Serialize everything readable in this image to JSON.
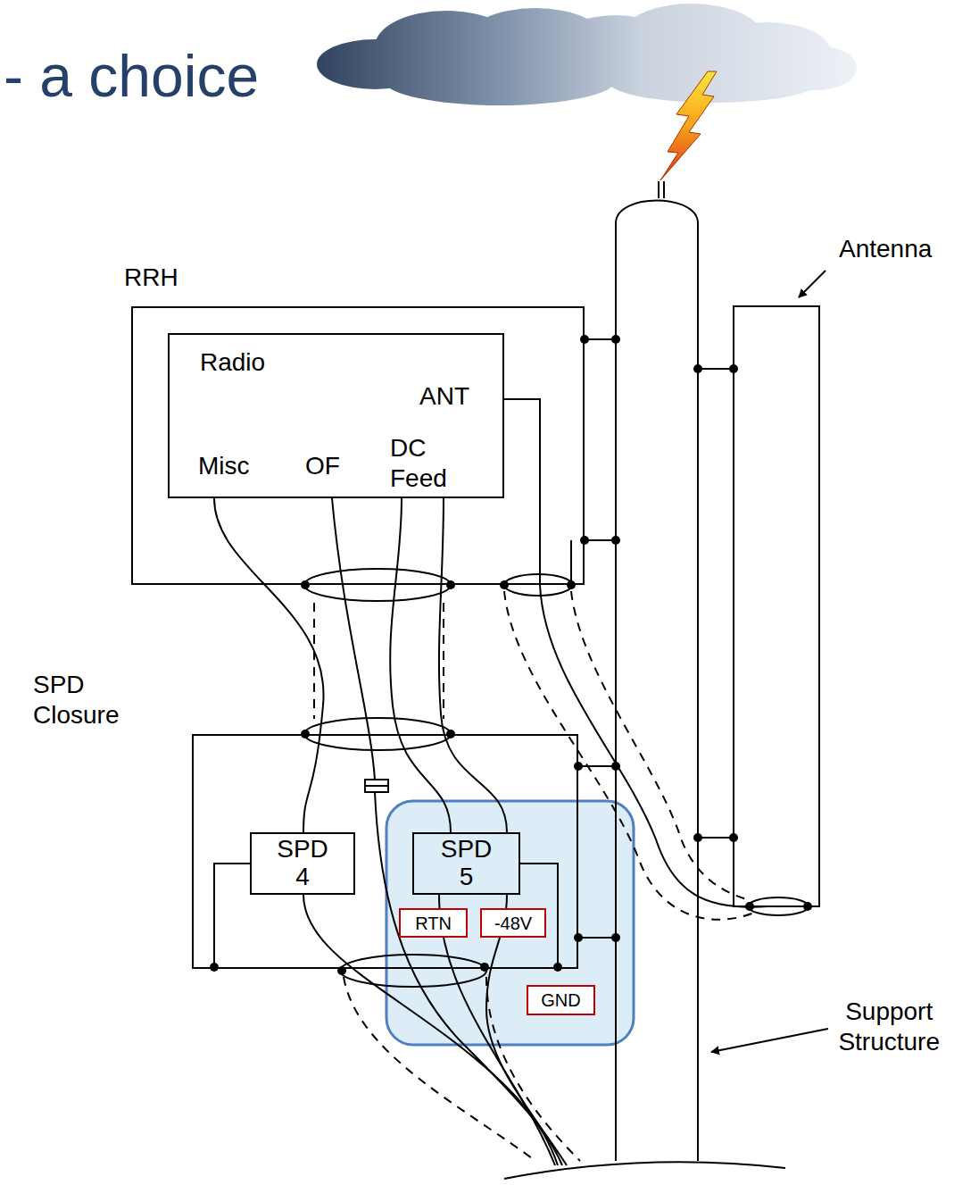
{
  "diagram": {
    "title": "- a choice",
    "nodes": [
      {
        "text": [
          "RRH"
        ]
      },
      {
        "text": [
          "Radio",
          "ANT",
          "Misc",
          "OF",
          "DC Feed"
        ],
        "in": 0
      },
      {
        "text": [
          "SPD Closure"
        ]
      },
      {
        "text": [
          "SPD 4"
        ],
        "in": 2
      },
      {
        "text": [
          "SPD 5"
        ],
        "in": 2
      },
      {
        "text": [
          "RTN"
        ],
        "in": 2
      },
      {
        "text": [
          "-48V"
        ],
        "in": 2
      },
      {
        "text": [
          "GND"
        ]
      }
    ],
    "edges": [
      {
        "from": 1,
        "to": 3,
        "arrow": "none"
      },
      {
        "from": 1,
        "to": 4,
        "arrow": "none"
      },
      {
        "from": 1,
        "to": 4,
        "arrow": "none"
      }
    ],
    "labels": [
      "Antenna",
      "Support Structure"
    ]
  }
}
